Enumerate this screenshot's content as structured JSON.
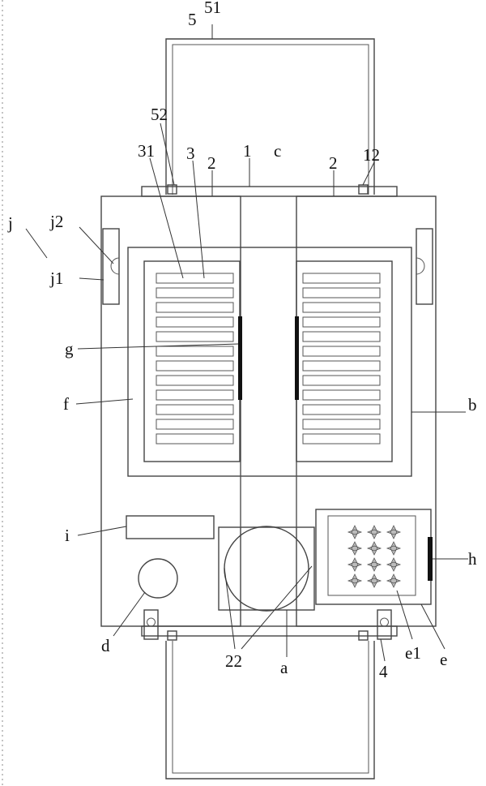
{
  "labels": {
    "n5": "5",
    "n51": "51",
    "n52": "52",
    "n31": "31",
    "n3": "3",
    "n2a": "2",
    "n1": "1",
    "nc": "c",
    "n2b": "2",
    "n12": "12",
    "nj": "j",
    "nj2": "j2",
    "nj1": "j1",
    "ng": "g",
    "nf": "f",
    "nb": "b",
    "ni": "i",
    "nh": "h",
    "nd": "d",
    "n22": "22",
    "na": "a",
    "n4": "4",
    "ne1": "e1",
    "ne": "e"
  },
  "colors": {
    "line": "#444444",
    "strip": "#111111",
    "background": "#ffffff"
  }
}
